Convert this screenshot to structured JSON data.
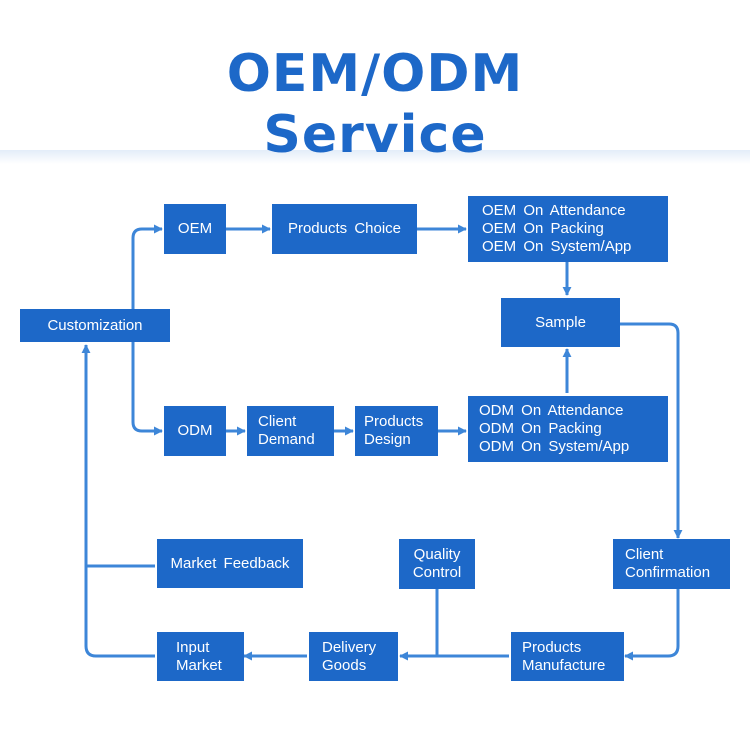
{
  "title": {
    "line1": "OEM/ODM",
    "line2": "Service"
  },
  "nodes": {
    "customization": "Customization",
    "oem": "OEM",
    "products_choice": "Products Choice",
    "oem_options": [
      "OEM On Attendance",
      "OEM On Packing",
      "OEM On System/App"
    ],
    "sample": "Sample",
    "odm": "ODM",
    "client_demand": [
      "Client",
      "Demand"
    ],
    "products_design": [
      "Products",
      "Design"
    ],
    "odm_options": [
      "ODM On Attendance",
      "ODM On Packing",
      "ODM On System/App"
    ],
    "market_feedback": "Market Feedback",
    "quality_control": [
      "Quality",
      "Control"
    ],
    "client_confirmation": [
      "Client",
      "Confirmation"
    ],
    "input_market": [
      "Input",
      "Market"
    ],
    "delivery_goods": [
      "Delivery",
      "Goods"
    ],
    "products_manufacture": [
      "Products",
      "Manufacture"
    ]
  },
  "colors": {
    "primary": "#1d68c8",
    "connector": "#3d86d8",
    "background": "#ffffff"
  }
}
